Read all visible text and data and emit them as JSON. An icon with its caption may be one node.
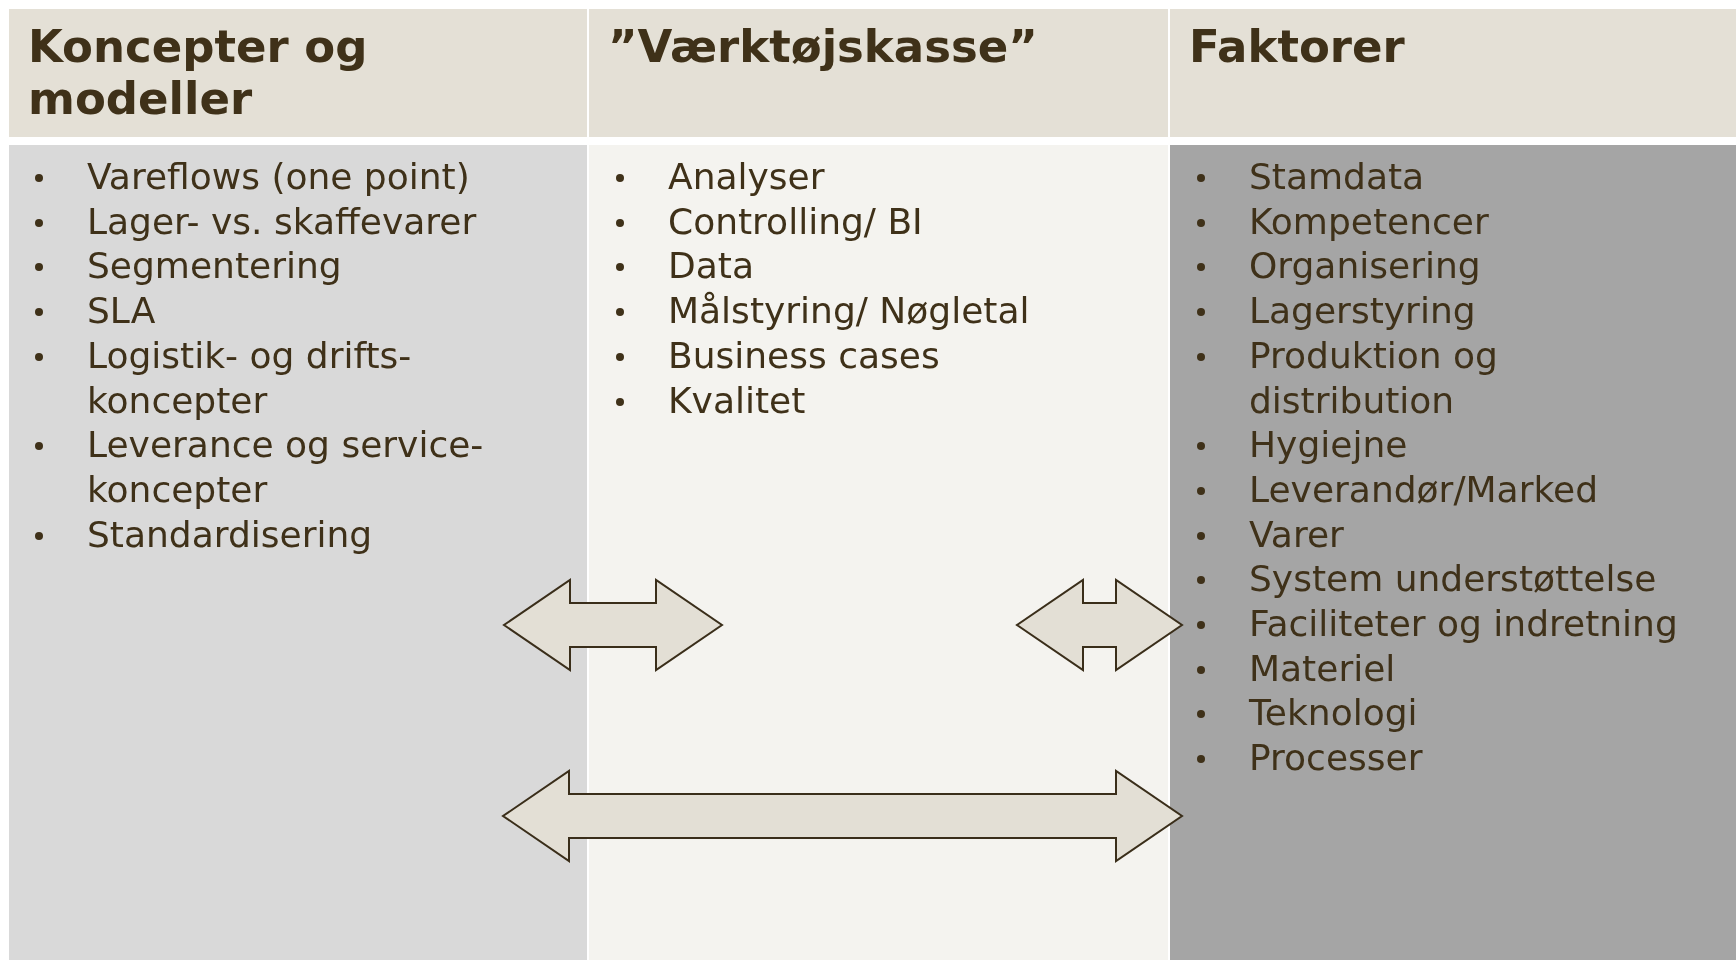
{
  "diagram": {
    "nodes": [
      {
        "text": [
          "Koncepter og modeller",
          "Vareflows (one point)",
          "Lager- vs. skaffevarer",
          "Segmentering",
          "SLA",
          "Logistik- og drifts-koncepter",
          "Leverance og service-koncepter",
          "Standardisering"
        ]
      },
      {
        "text": [
          "”Værktøjskasse”",
          "Analyser",
          "Controlling/ BI",
          "Data",
          "Målstyring/ Nøgletal",
          "Business cases",
          "Kvalitet"
        ]
      },
      {
        "text": [
          "Faktorer",
          "Stamdata",
          "Kompetencer",
          "Organisering",
          "Lagerstyring",
          "Produktion og distribution",
          "Hygiejne",
          "Leverandør/Marked",
          "Varer",
          "System understøttelse",
          "Faciliteter og indretning",
          "Materiel",
          "Teknologi",
          "Processer"
        ]
      }
    ],
    "edges": [
      {
        "from": 0,
        "to": 1,
        "arrow": "both",
        "style": "thick"
      },
      {
        "from": 1,
        "to": 2,
        "arrow": "both",
        "style": "thick"
      },
      {
        "from": 0,
        "to": 2,
        "arrow": "both",
        "style": "thick"
      }
    ]
  }
}
